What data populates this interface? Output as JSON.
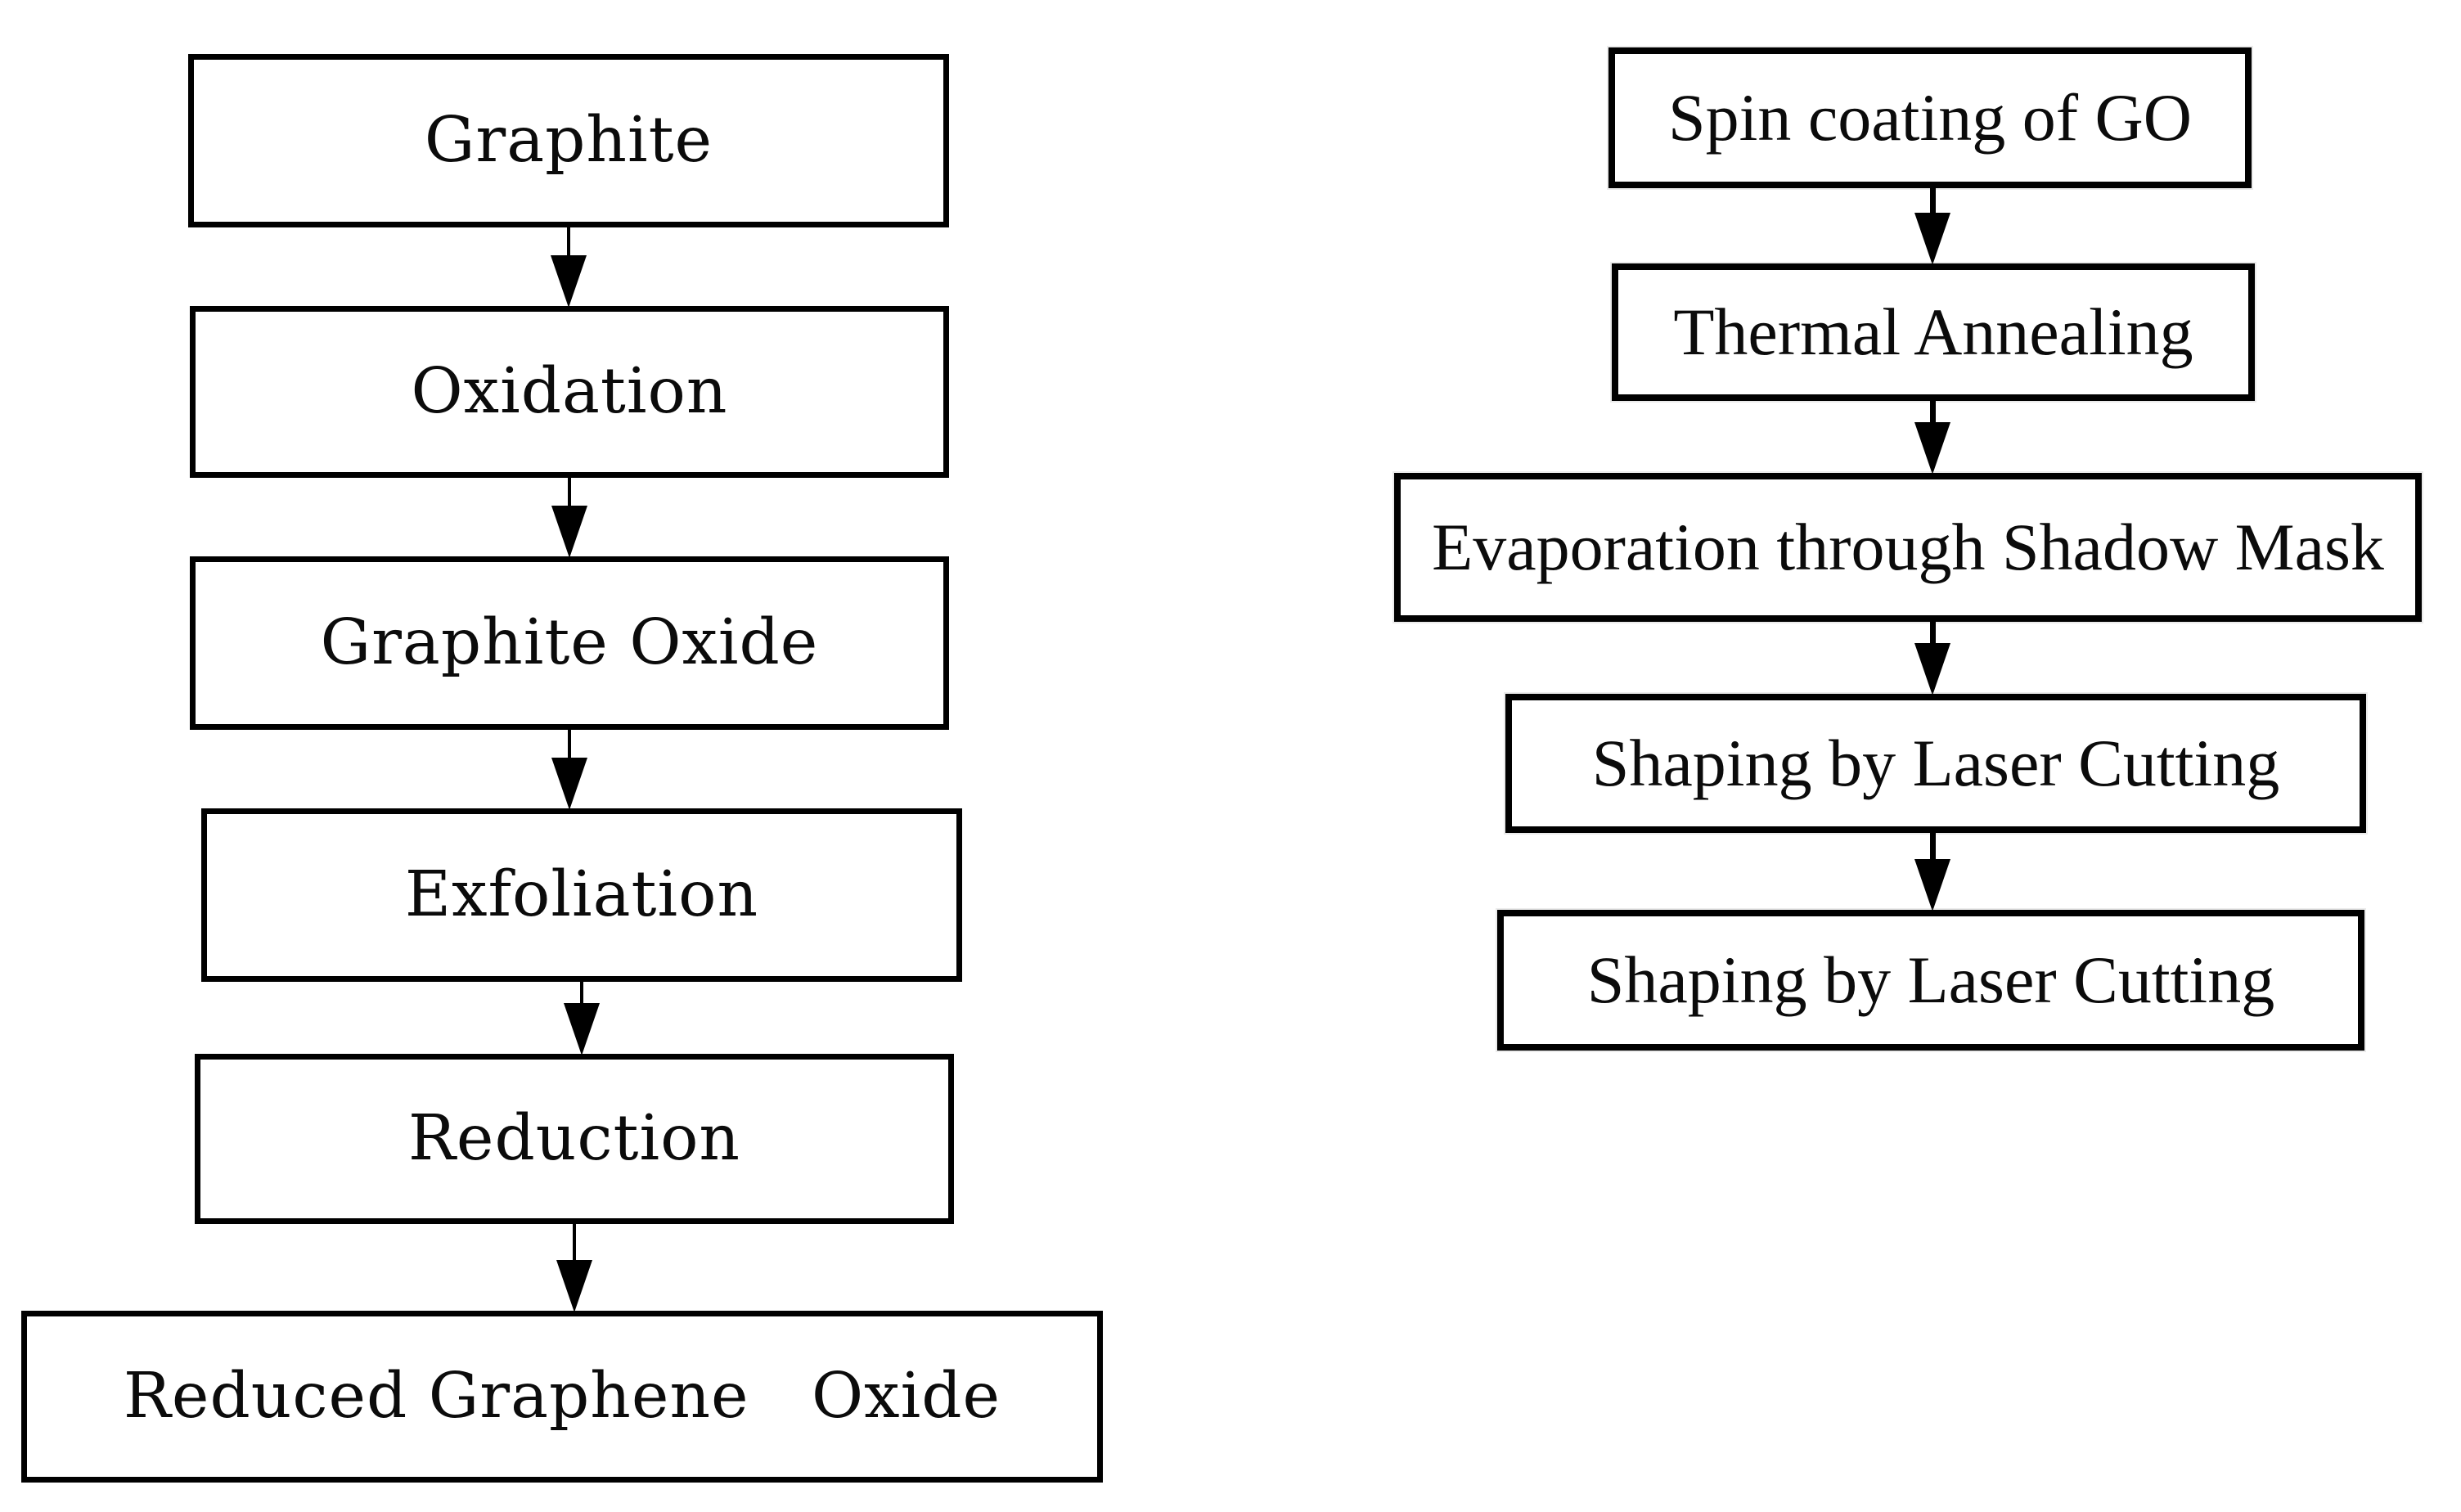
{
  "diagram": {
    "background_color": "#ffffff",
    "box_border_color": "#000000",
    "arrow_color": "#000000",
    "text_color": "#0b0b0b",
    "left_flow": {
      "nodes": [
        {
          "label": "Graphite"
        },
        {
          "label": "Oxidation"
        },
        {
          "label": "Graphite Oxide"
        },
        {
          "label": "Exfoliation"
        },
        {
          "label": "Reduction"
        },
        {
          "label": "Reduced Graphene   Oxide"
        }
      ]
    },
    "right_flow": {
      "nodes": [
        {
          "label": "Spin coating of GO"
        },
        {
          "label": "Thermal Annealing"
        },
        {
          "label": "Evaporation through Shadow Mask"
        },
        {
          "label": "Shaping by Laser Cutting"
        },
        {
          "label": "Shaping by Laser Cutting"
        }
      ]
    }
  }
}
